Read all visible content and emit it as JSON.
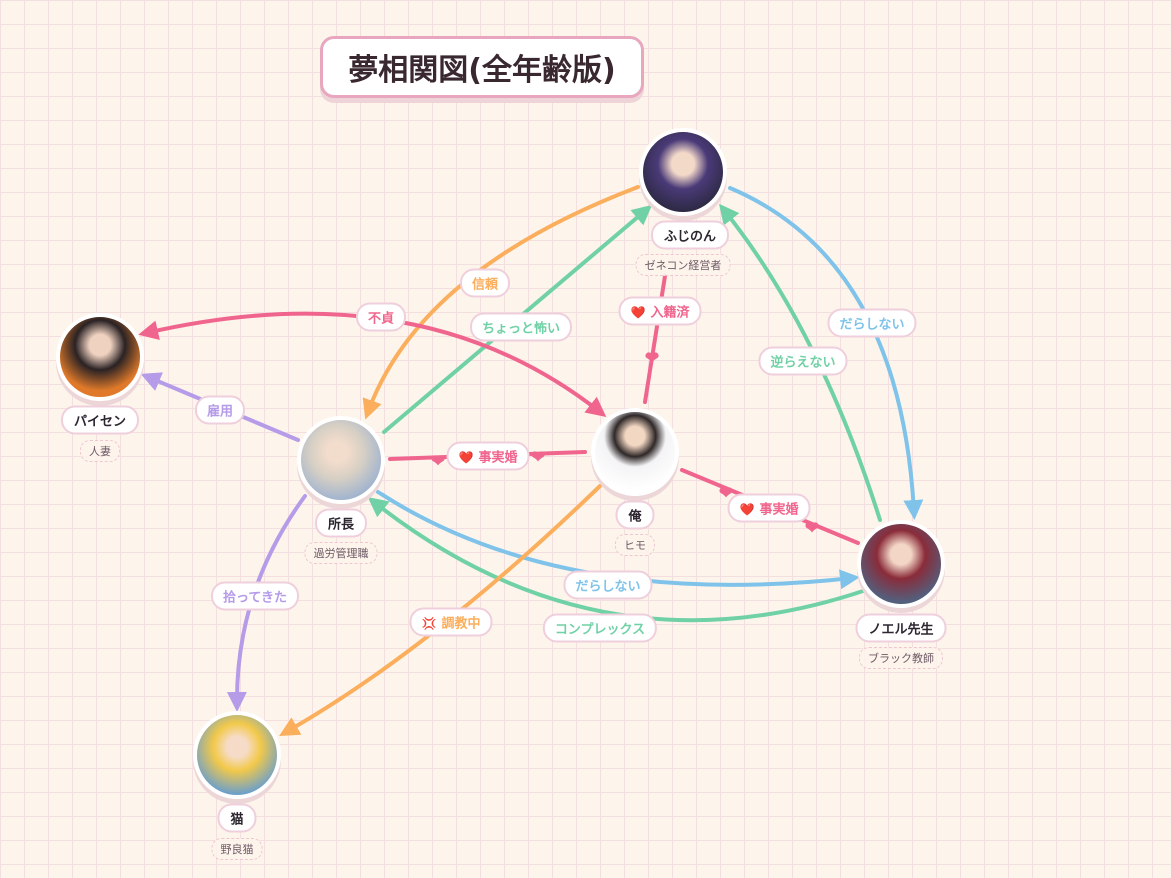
{
  "title": "夢相関図(全年齢版)",
  "colors": {
    "pink": "#f0658d",
    "orange": "#fbae5c",
    "green": "#71d1a6",
    "blue": "#7fc3ea",
    "purple": "#b59be8"
  },
  "nodes": {
    "fujinon": {
      "name": "ふじのん",
      "role": "ゼネコン経営者"
    },
    "paisen": {
      "name": "パイセン",
      "role": "人妻"
    },
    "shocho": {
      "name": "所長",
      "role": "過労管理職"
    },
    "ore": {
      "name": "俺",
      "role": "ヒモ"
    },
    "noel": {
      "name": "ノエル先生",
      "role": "ブラック教師"
    },
    "neko": {
      "name": "猫",
      "role": "野良猫"
    }
  },
  "edges": {
    "shinrai": "信頼",
    "chotto": "ちょっと怖い",
    "futei": "不貞",
    "koyou": "雇用",
    "jijitsukon1": "事実婚",
    "nyuseki": "入籍済",
    "darashinai1": "だらしない",
    "sakaraenai": "逆らえない",
    "jijitsukon2": "事実婚",
    "darashinai2": "だらしない",
    "complex": "コンプレックス",
    "hirotte": "拾ってきた",
    "choukyou": "調教中"
  },
  "icons": {
    "heart": "heart-icon",
    "anger": "anger-icon"
  }
}
